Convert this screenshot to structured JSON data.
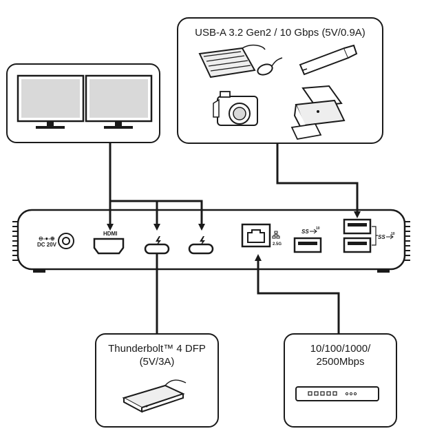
{
  "usb_box": {
    "title": "USB-A 3.2 Gen2 / 10 Gbps (5V/0.9A)"
  },
  "thunderbolt_box": {
    "line1": "Thunderbolt™ 4 DFP",
    "line2": "(5V/3A)"
  },
  "ethernet_box": {
    "line1": "10/100/1000/",
    "line2": "2500Mbps"
  },
  "dock": {
    "dc_label": "DC 20V",
    "dc_symbol": "⊖-●-⊕",
    "hdmi_label": "HDMI",
    "lan_label": "2.5G",
    "usb_ss_label": "SS",
    "usb_speed": "10"
  },
  "icons": [
    "monitor-icon",
    "keyboard-icon",
    "mouse-icon",
    "usb-stick-icon",
    "camera-icon",
    "printer-icon",
    "hard-drive-icon",
    "network-switch-icon",
    "thunderbolt-icon",
    "usb-icon",
    "lan-icon"
  ]
}
